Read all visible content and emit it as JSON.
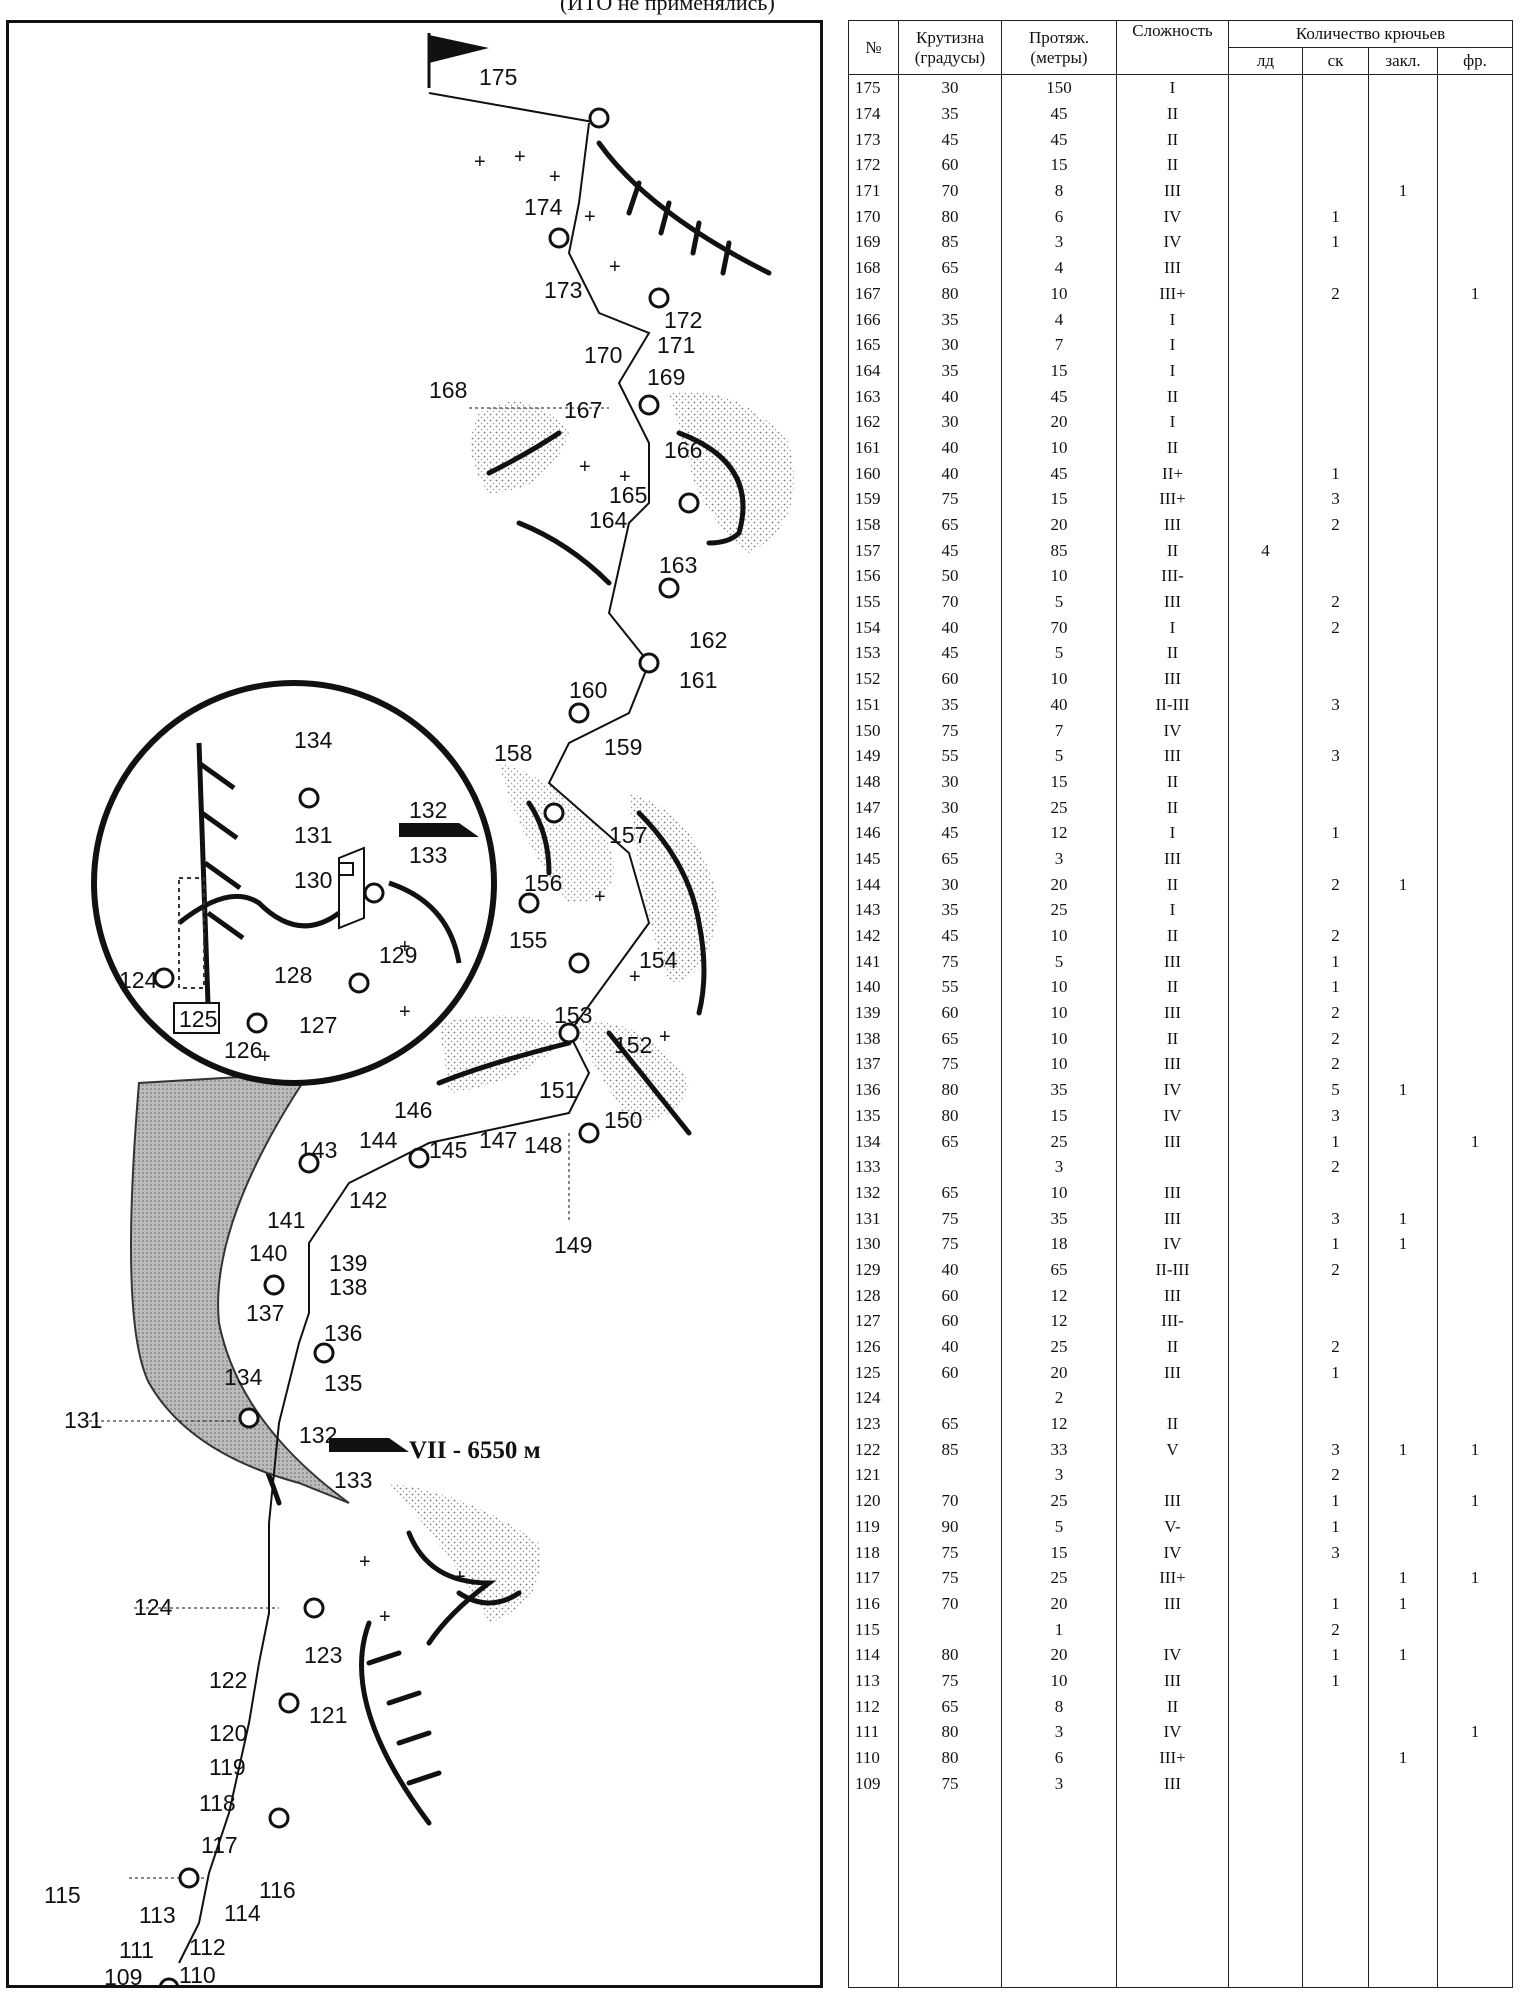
{
  "top_note": "(ИТО не применялись)",
  "scheme": {
    "section_labels": [
      "175",
      "174",
      "173",
      "172",
      "171",
      "170",
      "169",
      "168",
      "167",
      "166",
      "165",
      "164",
      "163",
      "162",
      "161",
      "160",
      "159",
      "158",
      "157",
      "156",
      "155",
      "154",
      "153",
      "152",
      "151",
      "150",
      "149",
      "148",
      "147",
      "146",
      "145",
      "144",
      "143",
      "142",
      "141",
      "140",
      "139",
      "138",
      "137",
      "136",
      "135",
      "134",
      "133",
      "132",
      "131",
      "130",
      "129",
      "128",
      "127",
      "126",
      "125",
      "124",
      "123",
      "122",
      "121",
      "120",
      "119",
      "118",
      "117",
      "116",
      "115",
      "114",
      "113",
      "112",
      "111",
      "110",
      "109"
    ],
    "inset_labels": [
      "134",
      "132",
      "133",
      "131",
      "130",
      "129",
      "128",
      "127",
      "126",
      "125",
      "124"
    ],
    "bivouac_label": "VII - 6550 м"
  },
  "table": {
    "headers": {
      "num": "№",
      "steepness": [
        "Крутизна",
        "(градусы)"
      ],
      "length": [
        "Протяж.",
        "(метры)"
      ],
      "difficulty": "Сложность",
      "pitons_group": "Количество крючьев",
      "piton_types": [
        "лд",
        "ск",
        "закл.",
        "фр."
      ]
    },
    "rows": [
      [
        "175",
        "30",
        "150",
        "I",
        "",
        "",
        "",
        ""
      ],
      [
        "174",
        "35",
        "45",
        "II",
        "",
        "",
        "",
        ""
      ],
      [
        "173",
        "45",
        "45",
        "II",
        "",
        "",
        "",
        ""
      ],
      [
        "172",
        "60",
        "15",
        "II",
        "",
        "",
        "",
        ""
      ],
      [
        "171",
        "70",
        "8",
        "III",
        "",
        "",
        "1",
        ""
      ],
      [
        "170",
        "80",
        "6",
        "IV",
        "",
        "1",
        "",
        ""
      ],
      [
        "169",
        "85",
        "3",
        "IV",
        "",
        "1",
        "",
        ""
      ],
      [
        "168",
        "65",
        "4",
        "III",
        "",
        "",
        "",
        ""
      ],
      [
        "167",
        "80",
        "10",
        "III+",
        "",
        "2",
        "",
        "1"
      ],
      [
        "166",
        "35",
        "4",
        "I",
        "",
        "",
        "",
        ""
      ],
      [
        "165",
        "30",
        "7",
        "I",
        "",
        "",
        "",
        ""
      ],
      [
        "164",
        "35",
        "15",
        "I",
        "",
        "",
        "",
        ""
      ],
      [
        "163",
        "40",
        "45",
        "II",
        "",
        "",
        "",
        ""
      ],
      [
        "162",
        "30",
        "20",
        "I",
        "",
        "",
        "",
        ""
      ],
      [
        "161",
        "40",
        "10",
        "II",
        "",
        "",
        "",
        ""
      ],
      [
        "160",
        "40",
        "45",
        "II+",
        "",
        "1",
        "",
        ""
      ],
      [
        "159",
        "75",
        "15",
        "III+",
        "",
        "3",
        "",
        ""
      ],
      [
        "158",
        "65",
        "20",
        "III",
        "",
        "2",
        "",
        ""
      ],
      [
        "157",
        "45",
        "85",
        "II",
        "4",
        "",
        "",
        ""
      ],
      [
        "156",
        "50",
        "10",
        "III-",
        "",
        "",
        "",
        ""
      ],
      [
        "155",
        "70",
        "5",
        "III",
        "",
        "2",
        "",
        ""
      ],
      [
        "154",
        "40",
        "70",
        "I",
        "",
        "2",
        "",
        ""
      ],
      [
        "153",
        "45",
        "5",
        "II",
        "",
        "",
        "",
        ""
      ],
      [
        "152",
        "60",
        "10",
        "III",
        "",
        "",
        "",
        ""
      ],
      [
        "151",
        "35",
        "40",
        "II-III",
        "",
        "3",
        "",
        ""
      ],
      [
        "150",
        "75",
        "7",
        "IV",
        "",
        "",
        "",
        ""
      ],
      [
        "149",
        "55",
        "5",
        "III",
        "",
        "3",
        "",
        ""
      ],
      [
        "148",
        "30",
        "15",
        "II",
        "",
        "",
        "",
        ""
      ],
      [
        "147",
        "30",
        "25",
        "II",
        "",
        "",
        "",
        ""
      ],
      [
        "146",
        "45",
        "12",
        "I",
        "",
        "1",
        "",
        ""
      ],
      [
        "145",
        "65",
        "3",
        "III",
        "",
        "",
        "",
        ""
      ],
      [
        "144",
        "30",
        "20",
        "II",
        "",
        "2",
        "1",
        ""
      ],
      [
        "143",
        "35",
        "25",
        "I",
        "",
        "",
        "",
        ""
      ],
      [
        "142",
        "45",
        "10",
        "II",
        "",
        "2",
        "",
        ""
      ],
      [
        "141",
        "75",
        "5",
        "III",
        "",
        "1",
        "",
        ""
      ],
      [
        "140",
        "55",
        "10",
        "II",
        "",
        "1",
        "",
        ""
      ],
      [
        "139",
        "60",
        "10",
        "III",
        "",
        "2",
        "",
        ""
      ],
      [
        "138",
        "65",
        "10",
        "II",
        "",
        "2",
        "",
        ""
      ],
      [
        "137",
        "75",
        "10",
        "III",
        "",
        "2",
        "",
        ""
      ],
      [
        "136",
        "80",
        "35",
        "IV",
        "",
        "5",
        "1",
        ""
      ],
      [
        "135",
        "80",
        "15",
        "IV",
        "",
        "3",
        "",
        ""
      ],
      [
        "134",
        "65",
        "25",
        "III",
        "",
        "1",
        "",
        "1"
      ],
      [
        "133",
        "",
        "3",
        "",
        "",
        "2",
        "",
        ""
      ],
      [
        "132",
        "65",
        "10",
        "III",
        "",
        "",
        "",
        ""
      ],
      [
        "131",
        "75",
        "35",
        "III",
        "",
        "3",
        "1",
        ""
      ],
      [
        "130",
        "75",
        "18",
        "IV",
        "",
        "1",
        "1",
        ""
      ],
      [
        "129",
        "40",
        "65",
        "II-III",
        "",
        "2",
        "",
        ""
      ],
      [
        "128",
        "60",
        "12",
        "III",
        "",
        "",
        "",
        ""
      ],
      [
        "127",
        "60",
        "12",
        "III-",
        "",
        "",
        "",
        ""
      ],
      [
        "126",
        "40",
        "25",
        "II",
        "",
        "2",
        "",
        ""
      ],
      [
        "125",
        "60",
        "20",
        "III",
        "",
        "1",
        "",
        ""
      ],
      [
        "124",
        "",
        "2",
        "",
        "",
        "",
        "",
        ""
      ],
      [
        "123",
        "65",
        "12",
        "II",
        "",
        "",
        "",
        ""
      ],
      [
        "122",
        "85",
        "33",
        "V",
        "",
        "3",
        "1",
        "1"
      ],
      [
        "121",
        "",
        "3",
        "",
        "",
        "2",
        "",
        ""
      ],
      [
        "120",
        "70",
        "25",
        "III",
        "",
        "1",
        "",
        "1"
      ],
      [
        "119",
        "90",
        "5",
        "V-",
        "",
        "1",
        "",
        ""
      ],
      [
        "118",
        "75",
        "15",
        "IV",
        "",
        "3",
        "",
        ""
      ],
      [
        "117",
        "75",
        "25",
        "III+",
        "",
        "",
        "1",
        "1"
      ],
      [
        "116",
        "70",
        "20",
        "III",
        "",
        "1",
        "1",
        ""
      ],
      [
        "115",
        "",
        "1",
        "",
        "",
        "2",
        "",
        ""
      ],
      [
        "114",
        "80",
        "20",
        "IV",
        "",
        "1",
        "1",
        ""
      ],
      [
        "113",
        "75",
        "10",
        "III",
        "",
        "1",
        "",
        ""
      ],
      [
        "112",
        "65",
        "8",
        "II",
        "",
        "",
        "",
        ""
      ],
      [
        "111",
        "80",
        "3",
        "IV",
        "",
        "",
        "",
        "1"
      ],
      [
        "110",
        "80",
        "6",
        "III+",
        "",
        "",
        "1",
        ""
      ],
      [
        "109",
        "75",
        "3",
        "III",
        "",
        "",
        "",
        ""
      ]
    ]
  }
}
